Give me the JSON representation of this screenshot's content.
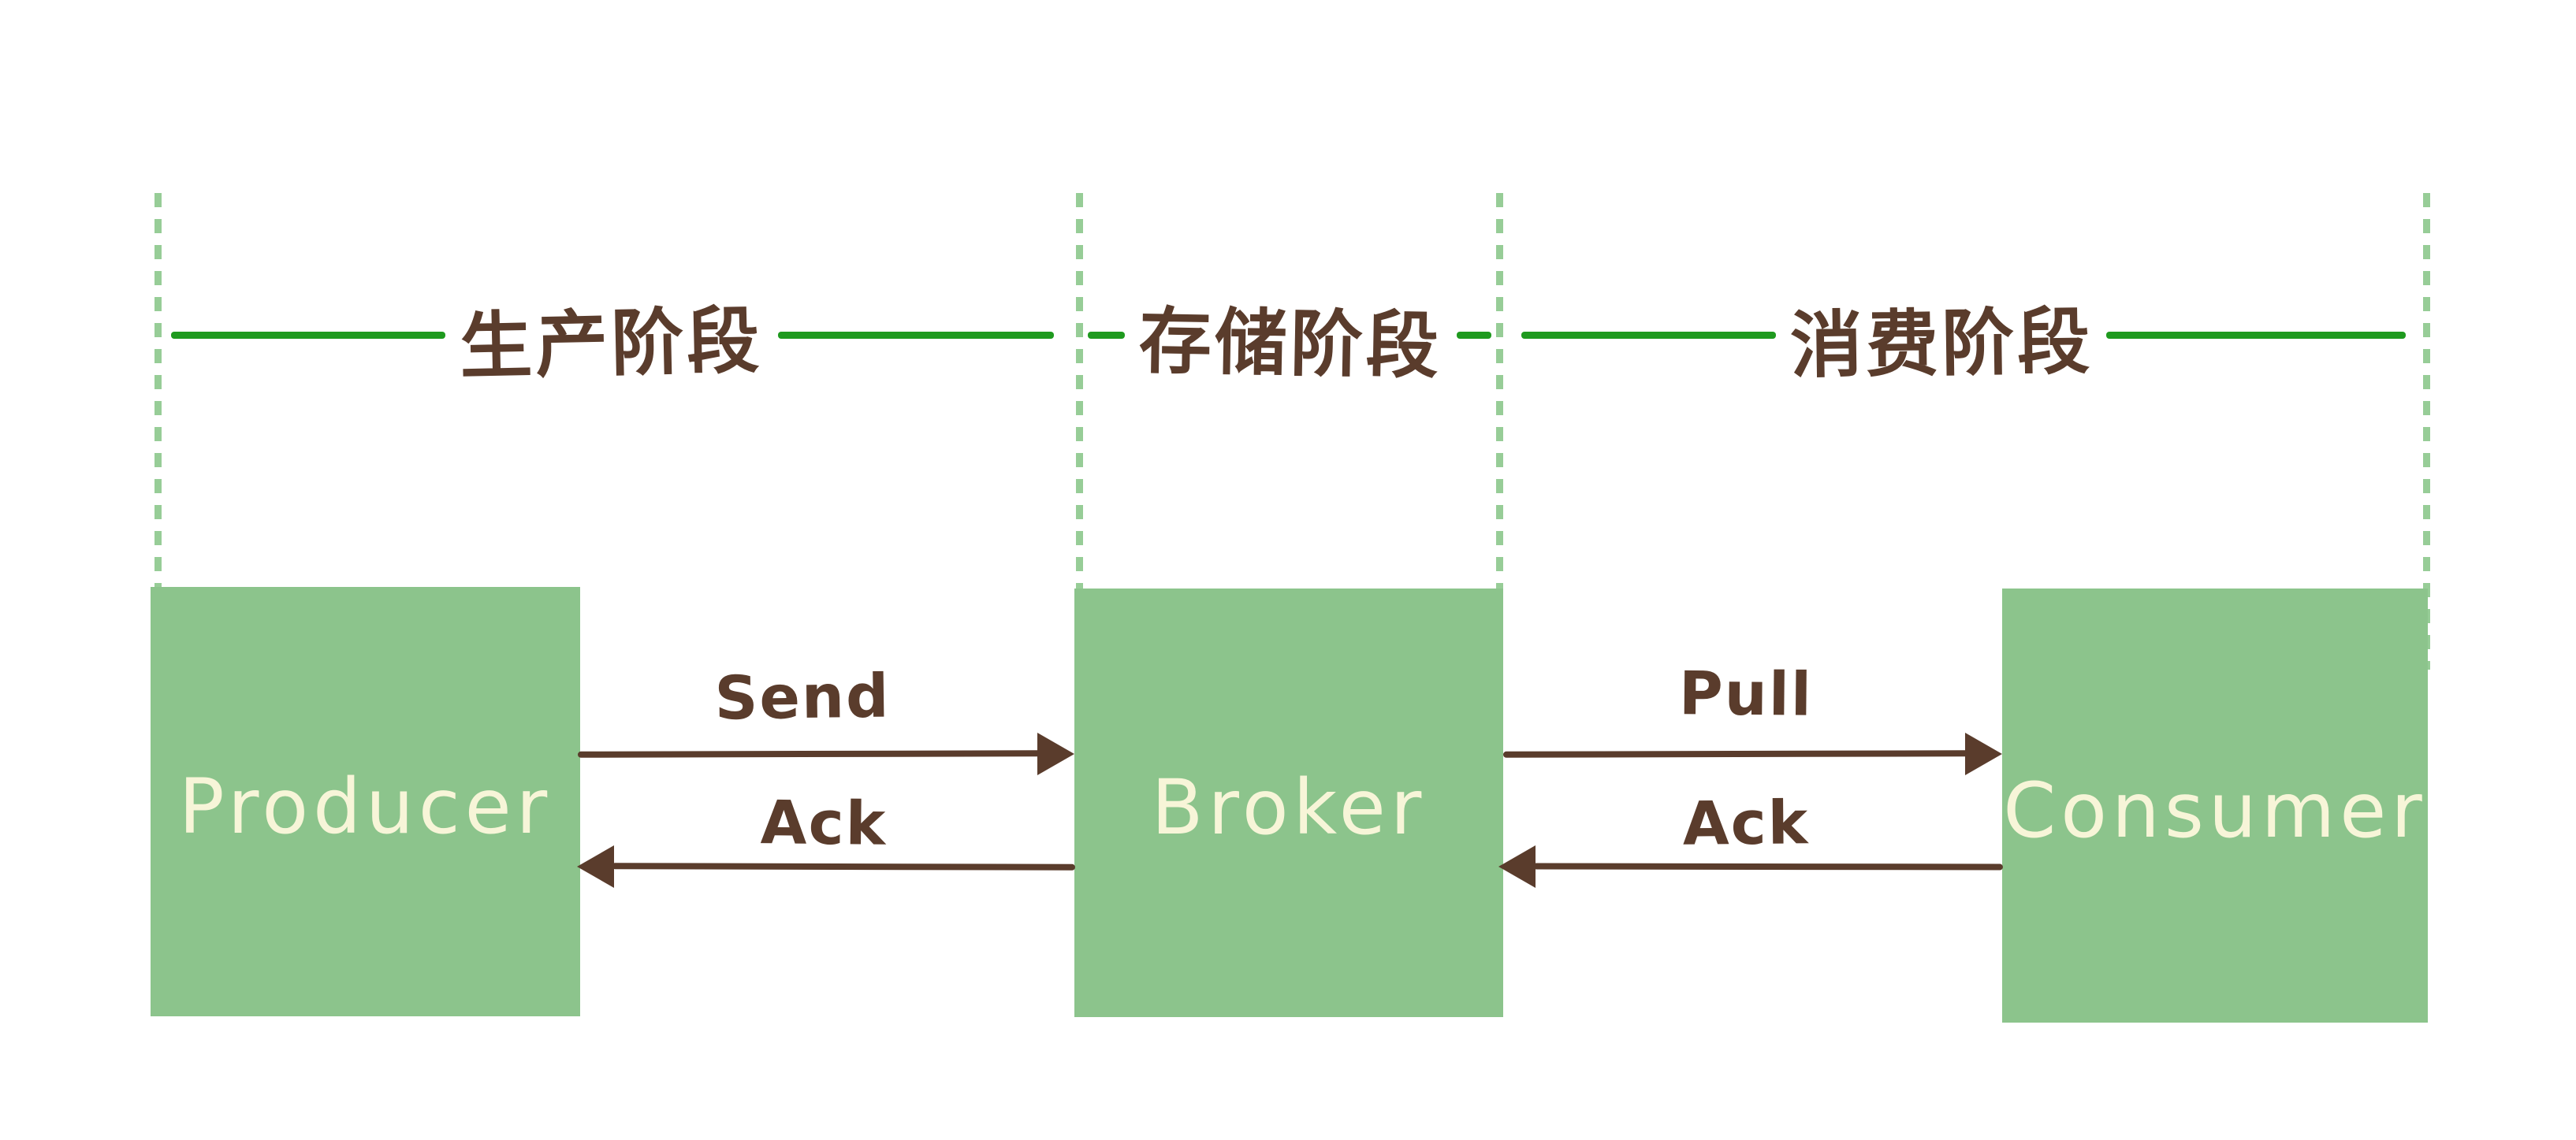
{
  "diagram": {
    "phases": [
      {
        "label": "生产阶段"
      },
      {
        "label": "存储阶段"
      },
      {
        "label": "消费阶段"
      }
    ],
    "nodes": [
      {
        "label": "Producer"
      },
      {
        "label": "Broker"
      },
      {
        "label": "Consumer"
      }
    ],
    "arrows": [
      {
        "label": "Send",
        "from": "Producer",
        "to": "Broker",
        "direction": "right"
      },
      {
        "label": "Ack",
        "from": "Broker",
        "to": "Producer",
        "direction": "left"
      },
      {
        "label": "Pull",
        "from": "Broker",
        "to": "Consumer",
        "direction": "right"
      },
      {
        "label": "Ack",
        "from": "Consumer",
        "to": "Broker",
        "direction": "left"
      }
    ],
    "colors": {
      "node_fill": "#8cc48c",
      "node_text": "#f7f5d8",
      "rule_green": "#1f9a1f",
      "dashed_green": "#97cd97",
      "ink_brown": "#5a3c2c",
      "background": "#ffffff"
    }
  }
}
